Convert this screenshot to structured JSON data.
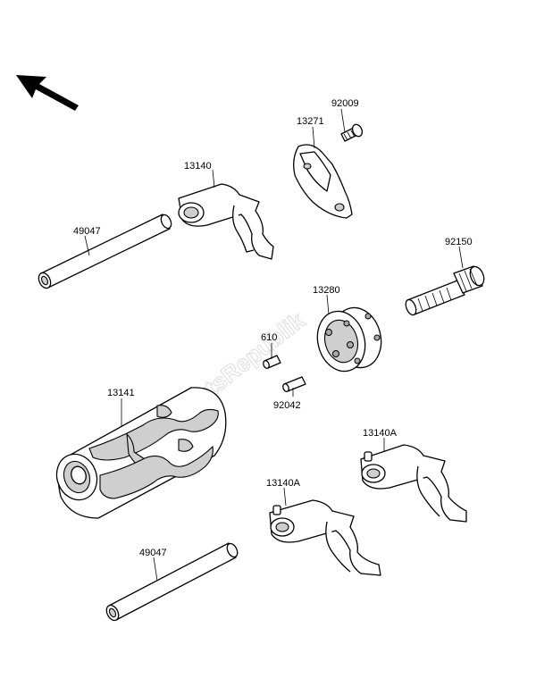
{
  "watermark": "PartsRepublik",
  "colors": {
    "line": "#000000",
    "fill": "#ffffff",
    "shade": "#cfcfcf",
    "watermark": "#e2e2e2"
  },
  "icons": {
    "direction": "front-arrow-icon"
  },
  "callouts": [
    {
      "id": "92009",
      "label": "92009"
    },
    {
      "id": "13271",
      "label": "13271"
    },
    {
      "id": "13140",
      "label": "13140"
    },
    {
      "id": "49047-top",
      "label": "49047"
    },
    {
      "id": "92150",
      "label": "92150"
    },
    {
      "id": "13280",
      "label": "13280"
    },
    {
      "id": "610",
      "label": "610"
    },
    {
      "id": "13141",
      "label": "13141"
    },
    {
      "id": "92042",
      "label": "92042"
    },
    {
      "id": "13140A-right",
      "label": "13140A"
    },
    {
      "id": "13140A-left",
      "label": "13140A"
    },
    {
      "id": "49047-bottom",
      "label": "49047"
    }
  ]
}
